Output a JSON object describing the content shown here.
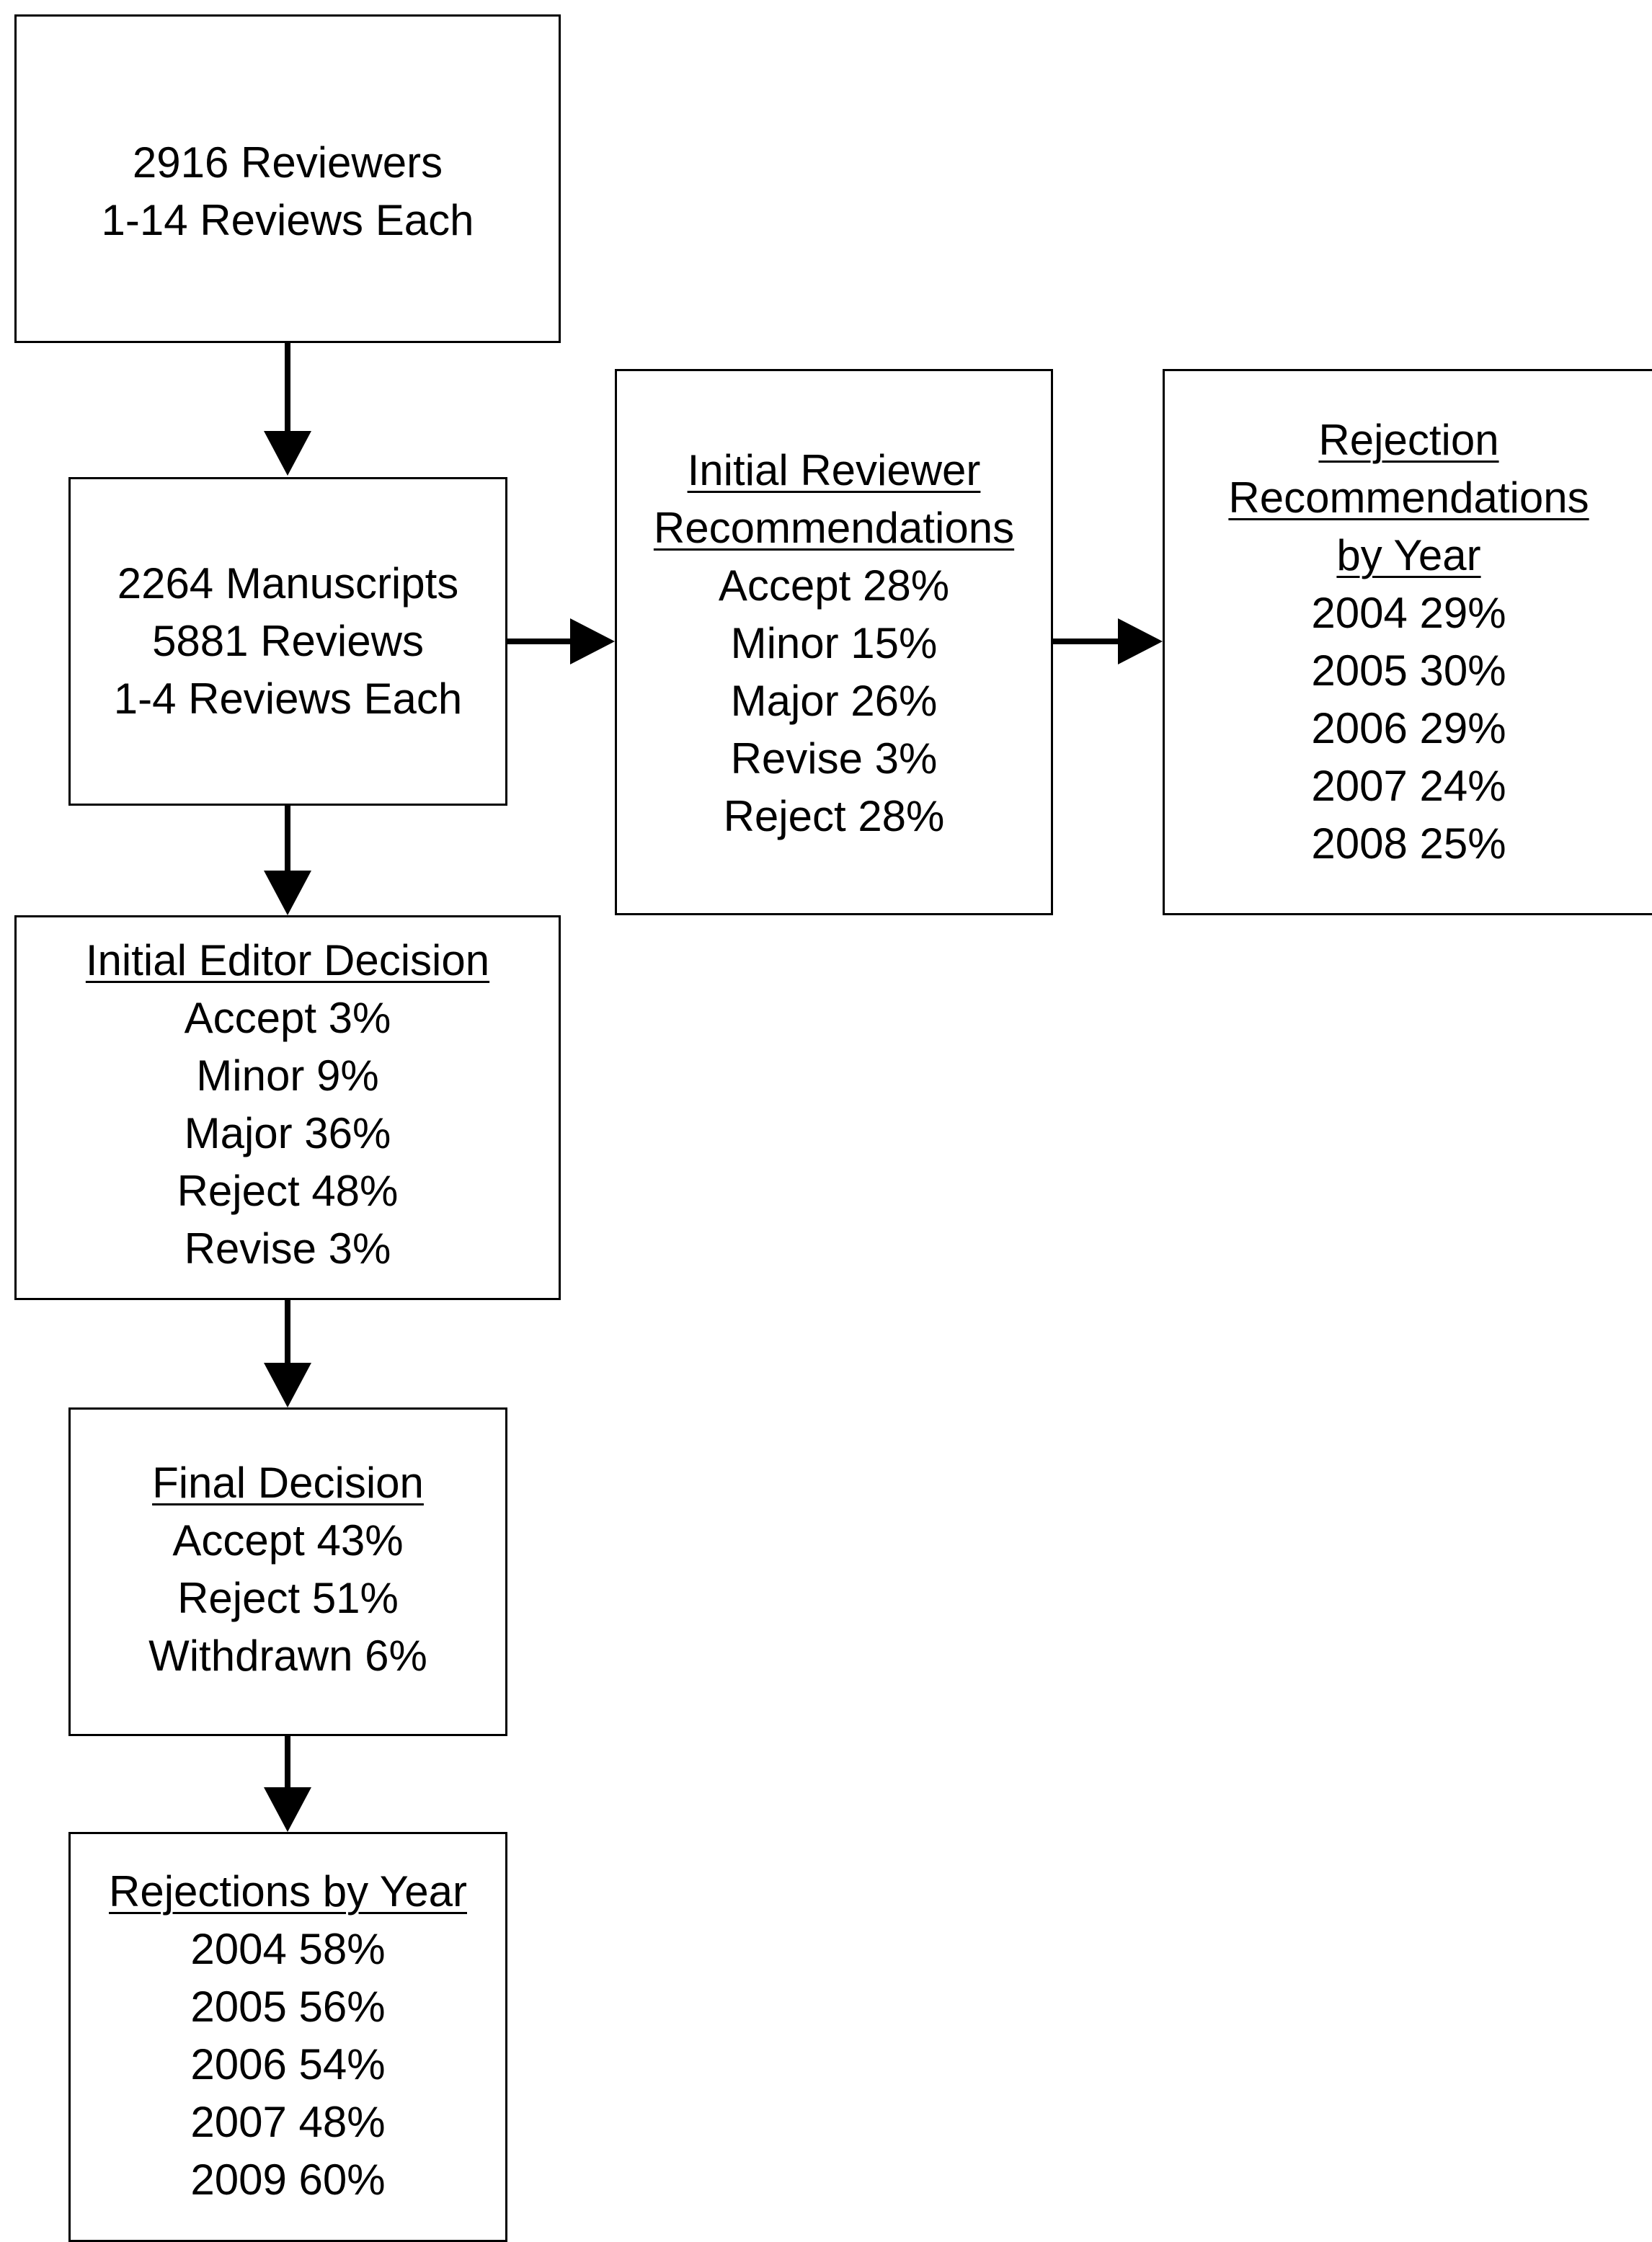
{
  "reviewers_box": {
    "line1": "2916 Reviewers",
    "line2": "1-14 Reviews Each"
  },
  "manuscripts_box": {
    "line1": "2264 Manuscripts",
    "line2": "5881 Reviews",
    "line3": "1-4 Reviews Each"
  },
  "initial_reviewer_box": {
    "heading_line1": "Initial Reviewer",
    "heading_line2": "Recommendations",
    "items": [
      "Accept 28%",
      "Minor 15%",
      "Major 26%",
      "Revise 3%",
      "Reject 28%"
    ]
  },
  "rejection_recommendations_box": {
    "heading_line1": "Rejection",
    "heading_line2": "Recommendations",
    "heading_line3": "by Year",
    "items": [
      "2004 29%",
      "2005 30%",
      "2006 29%",
      "2007 24%",
      "2008 25%"
    ]
  },
  "initial_editor_box": {
    "heading": "Initial Editor Decision",
    "items": [
      "Accept 3%",
      "Minor 9%",
      "Major 36%",
      "Reject 48%",
      "Revise 3%"
    ]
  },
  "final_decision_box": {
    "heading": "Final Decision",
    "items": [
      "Accept 43%",
      "Reject 51%",
      "Withdrawn 6%"
    ]
  },
  "rejections_by_year_box": {
    "heading": "Rejections by Year",
    "items": [
      "2004 58%",
      "2005 56%",
      "2006 54%",
      "2007 48%",
      "2009 60%"
    ]
  }
}
